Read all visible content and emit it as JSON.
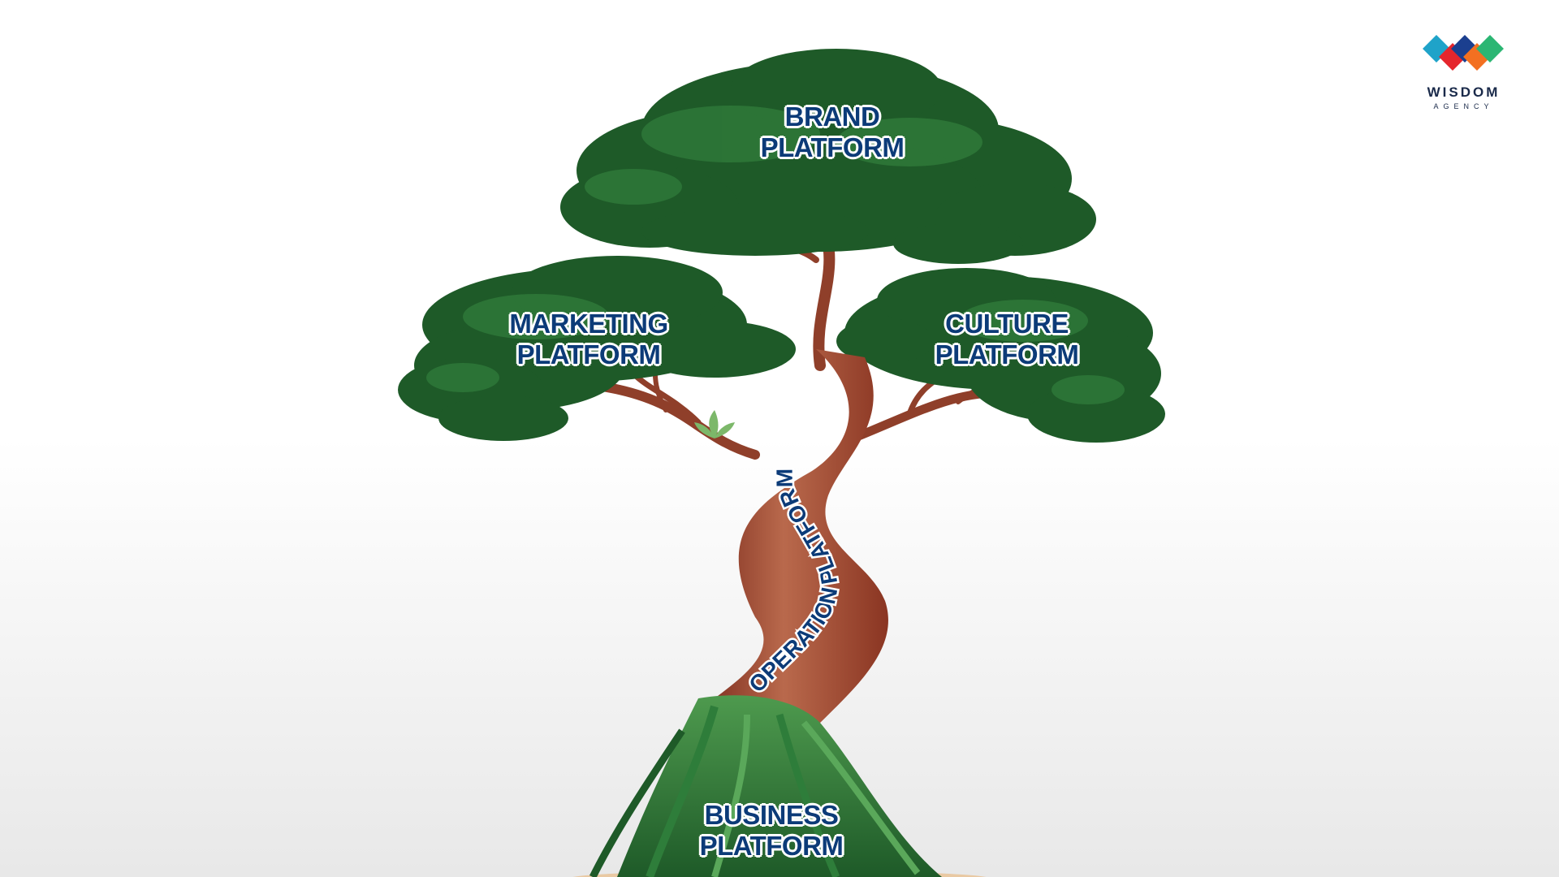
{
  "logo": {
    "word": "WISDOM",
    "sub": "AGENCY",
    "colors": [
      "#1fa3c9",
      "#e5262d",
      "#1b3f8f",
      "#f37021",
      "#2bb673"
    ]
  },
  "labels": {
    "brand": [
      "BRAND",
      "PLATFORM"
    ],
    "marketing": [
      "MARKETING",
      "PLATFORM"
    ],
    "culture": [
      "CULTURE",
      "PLATFORM"
    ],
    "operation": "OPERATION PLATFORM",
    "business": [
      "BUSINESS",
      "PLATFORM"
    ]
  },
  "colors": {
    "foliage": "#1e5a28",
    "foliage_light": "#2f7a3a",
    "trunk": "#b9694c",
    "trunk_dark": "#7a2a1c",
    "roots": "#2e7d3a",
    "roots_light": "#5aa85a",
    "label_text": "#0c3b78",
    "ground": "#e9c9a3"
  }
}
